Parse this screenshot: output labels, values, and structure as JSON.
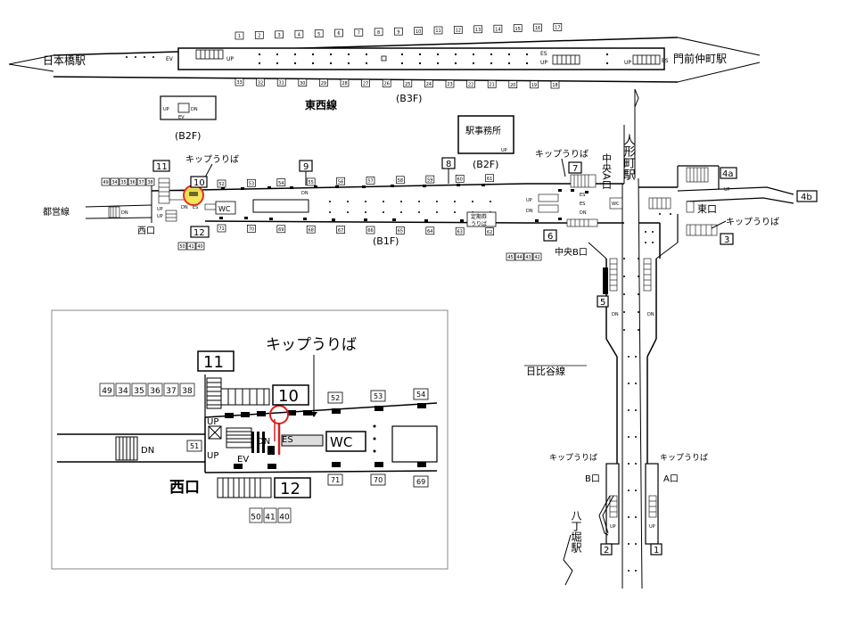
{
  "labels": {
    "nihonbashi": "日本橋駅",
    "monzen": "門前仲町駅",
    "tozai": "東西線",
    "b3f": "(B3F)",
    "b2f_left": "(B2F)",
    "b2f_mid": "(B2F)",
    "b1f": "(B1F)",
    "office": "駅事務所",
    "toei": "都営線",
    "nishi": "西口",
    "higashi": "東口",
    "chuo_a": "中央A口",
    "chuo_b": "中央B口",
    "ningyocho": "人形町駅",
    "hibiya": "日比谷線",
    "hatchobori": "八丁堀駅",
    "b_exit": "B口",
    "a_exit": "A口",
    "ticket": "キップうりば",
    "commuter_1": "定期券",
    "commuter_2": "うりば",
    "wc": "WC",
    "up": "UP",
    "dn": "DN",
    "es": "ES",
    "ev": "EV"
  },
  "exits_main": {
    "e11": "11",
    "e10": "10",
    "e9": "9",
    "e8": "8",
    "e12": "12",
    "e7": "7",
    "e6": "6",
    "e5": "5",
    "e4a": "4a",
    "e4b": "4b",
    "e3": "3",
    "e2": "2",
    "e1": "1"
  },
  "pillars_b3f_top": [
    "1",
    "2",
    "3",
    "4",
    "5",
    "6",
    "7",
    "8",
    "9",
    "10",
    "11",
    "12",
    "13",
    "14",
    "15",
    "16",
    "17"
  ],
  "pillars_b3f_bottom": [
    "33",
    "32",
    "31",
    "30",
    "29",
    "28",
    "27",
    "26",
    "25",
    "24",
    "23",
    "22",
    "21",
    "20",
    "19",
    "18"
  ],
  "pillars_b1f_top": [
    "52",
    "53",
    "54",
    "55",
    "56",
    "57",
    "58",
    "59",
    "60",
    "61"
  ],
  "pillars_b1f_bottom": [
    "71",
    "70",
    "69",
    "68",
    "67",
    "66",
    "65",
    "64",
    "63",
    "62"
  ],
  "row_near_11": [
    "49",
    "34",
    "35",
    "36",
    "37",
    "38"
  ],
  "row_near_12": [
    "50",
    "41",
    "40"
  ],
  "row_near_6": [
    "45",
    "44",
    "43",
    "42"
  ],
  "inset": {
    "e11": "11",
    "e10": "10",
    "e12": "12",
    "row_top": [
      "49",
      "34",
      "35",
      "36",
      "37",
      "38"
    ],
    "row_bottom": [
      "50",
      "41",
      "40"
    ],
    "p52": "52",
    "p53": "53",
    "p54": "54",
    "p51": "51",
    "p71": "71",
    "p70": "70",
    "p69": "69",
    "ticket": "キップうりば",
    "nishi": "西口",
    "wc": "WC",
    "up": "UP",
    "dn": "DN",
    "es": "ES",
    "ev": "EV"
  },
  "colors": {
    "line": "#000000",
    "marker_fill": "#f3e24a",
    "marker_ring": "#e03020",
    "inset_ring": "#d42020"
  }
}
